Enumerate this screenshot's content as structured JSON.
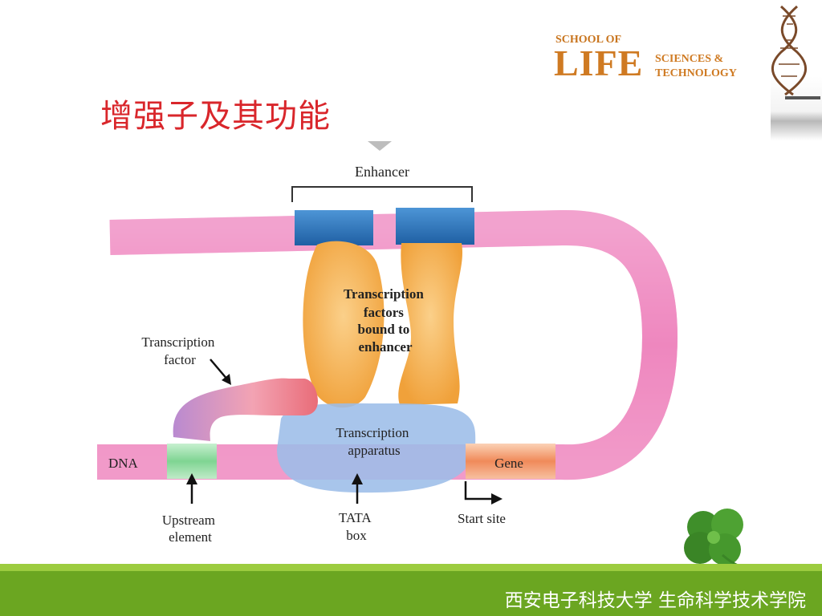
{
  "slide": {
    "title": "增强子及其功能",
    "footer": "西安电子科技大学  生命科学技术学院"
  },
  "logo": {
    "school": "SCHOOL OF",
    "life": "LIFE",
    "sciences": "SCIENCES &",
    "technology": "TECHNOLOGY"
  },
  "diagram": {
    "enhancer": "Enhancer",
    "tf_bound": [
      "Transcription",
      "factors",
      "bound to",
      "enhancer"
    ],
    "tf_single": [
      "Transcription",
      "factor"
    ],
    "apparatus": [
      "Transcription",
      "apparatus"
    ],
    "dna": "DNA",
    "gene": "Gene",
    "upstream": [
      "Upstream",
      "element"
    ],
    "tata": [
      "TATA",
      "box"
    ],
    "start_site": "Start site"
  },
  "colors": {
    "title": "#d9262b",
    "dna_pink": "#ee8fc3",
    "enhancer_blue": "#2f7bc1",
    "tf_orange": "#f6b34a",
    "apparatus_blue": "#9cbde8",
    "upstream_green": "#8fd9a1",
    "gene_orange": "#f2966b",
    "footer_green": "#6ba621"
  }
}
